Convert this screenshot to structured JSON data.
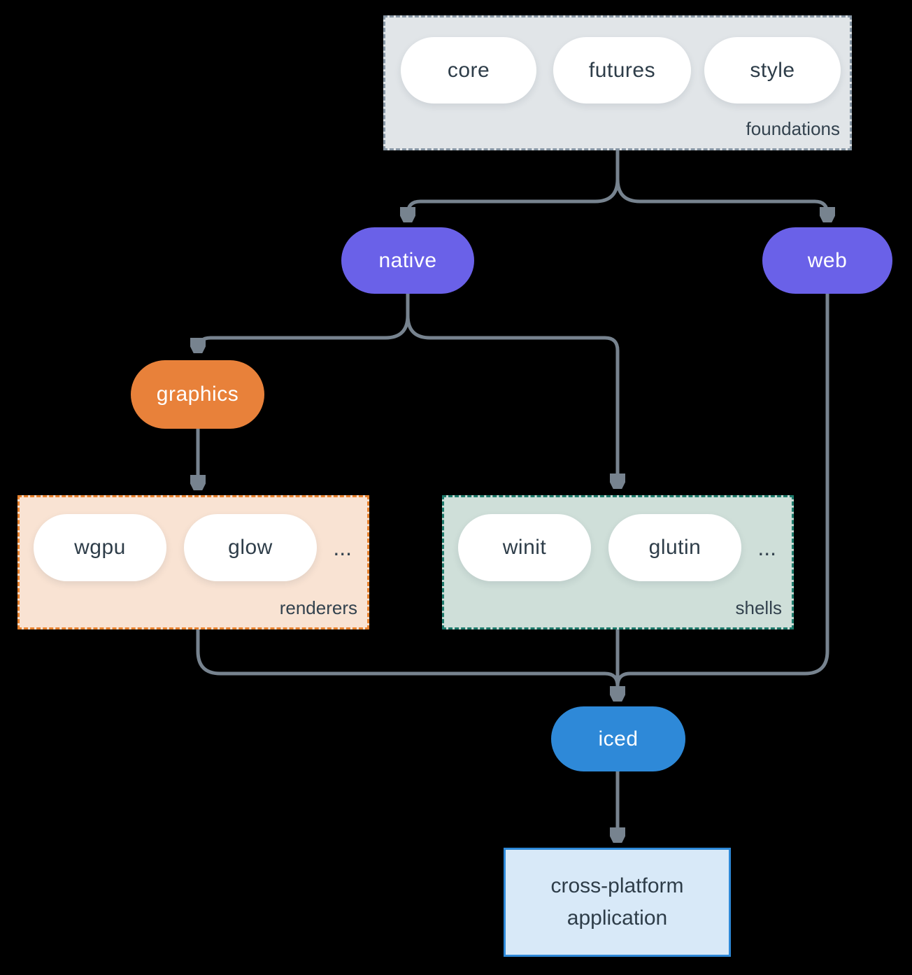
{
  "colors": {
    "background": "#000000",
    "arrow": "#77838f",
    "pill_text": "#2e3d49",
    "purple": "#6a61e8",
    "orange": "#e8813a",
    "teal_border": "#1e7b6c",
    "blue": "#2e89d8",
    "foundations_fill": "#e1e5e8",
    "foundations_border": "#8796a4",
    "renderers_fill": "#f9e3d3",
    "renderers_border": "#e8822e",
    "shells_fill": "#cfdfd9",
    "application_fill": "#d8e9f8"
  },
  "groups": {
    "foundations": {
      "label": "foundations",
      "pills": [
        "core",
        "futures",
        "style"
      ]
    },
    "renderers": {
      "label": "renderers",
      "pills": [
        "wgpu",
        "glow"
      ],
      "ellipsis": "..."
    },
    "shells": {
      "label": "shells",
      "pills": [
        "winit",
        "glutin"
      ],
      "ellipsis": "..."
    }
  },
  "nodes": {
    "native": "native",
    "web": "web",
    "graphics": "graphics",
    "iced": "iced",
    "application": "cross-platform application"
  }
}
